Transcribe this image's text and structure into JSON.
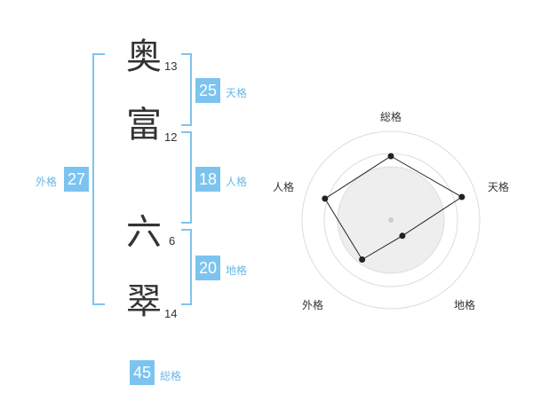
{
  "colors": {
    "accent": "#7cc4ef",
    "accent_text": "#6ab8e8",
    "kanji": "#333333",
    "radar_fill": "#eeeeee",
    "radar_line": "#222222",
    "ring": "#dddddd"
  },
  "name": {
    "chars": [
      {
        "char": "奥",
        "strokes": "13"
      },
      {
        "char": "富",
        "strokes": "12"
      },
      {
        "char": "六",
        "strokes": "6"
      },
      {
        "char": "翠",
        "strokes": "14"
      }
    ]
  },
  "fortune": {
    "tenkaku": {
      "value": "25",
      "label": "天格"
    },
    "jinkaku": {
      "value": "18",
      "label": "人格"
    },
    "chikaku": {
      "value": "20",
      "label": "地格"
    },
    "gaikaku": {
      "value": "27",
      "label": "外格"
    },
    "soukaku": {
      "value": "45",
      "label": "総格"
    }
  },
  "radar": {
    "axes": [
      "総格",
      "天格",
      "地格",
      "外格",
      "人格"
    ],
    "values": [
      0.72,
      0.84,
      0.22,
      0.55,
      0.78
    ],
    "rings": 4
  }
}
